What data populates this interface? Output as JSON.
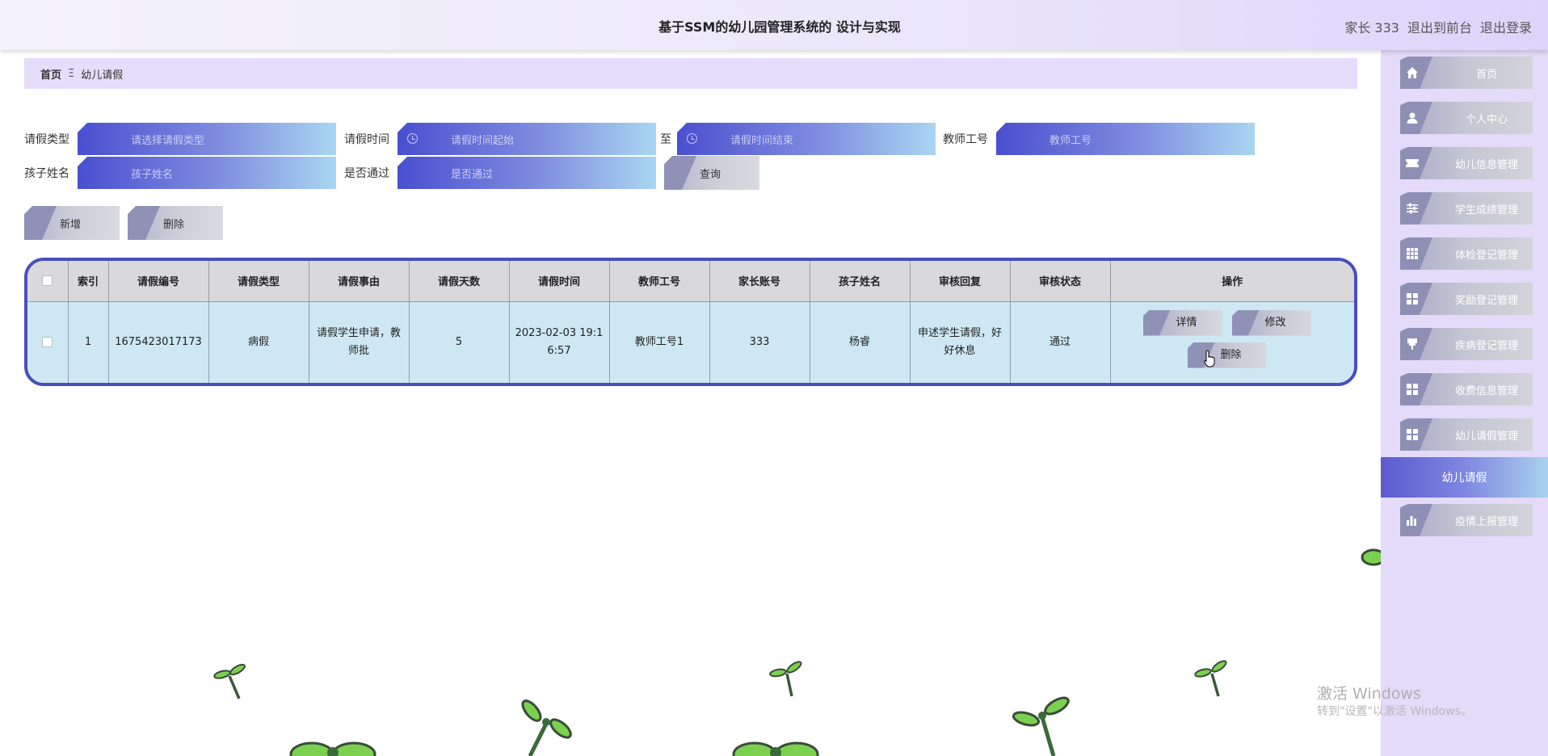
{
  "header": {
    "title": "基于SSM的幼儿园管理系统的 设计与实现",
    "user": "家长 333",
    "to_front": "退出到前台",
    "logout": "退出登录"
  },
  "breadcrumb": {
    "home": "首页",
    "sep": "Ξ",
    "current": "幼儿请假"
  },
  "search": {
    "type_label": "请假类型",
    "type_placeholder": "请选择请假类型",
    "time_label": "请假时间",
    "time_start_placeholder": "请假时间起始",
    "to_label": "至",
    "time_end_placeholder": "请假时间结束",
    "teacher_label": "教师工号",
    "teacher_placeholder": "教师工号",
    "child_label": "孩子姓名",
    "child_placeholder": "孩子姓名",
    "pass_label": "是否通过",
    "pass_placeholder": "是否通过",
    "query": "查询"
  },
  "actions": {
    "add": "新增",
    "delete": "删除"
  },
  "table": {
    "headers": [
      "索引",
      "请假编号",
      "请假类型",
      "请假事由",
      "请假天数",
      "请假时间",
      "教师工号",
      "家长账号",
      "孩子姓名",
      "审核回复",
      "审核状态",
      "操作"
    ],
    "rows": [
      {
        "index": "1",
        "code": "1675423017173",
        "type": "病假",
        "reason": "请假学生申请，教师批",
        "days": "5",
        "time": "2023-02-03 19:16:57",
        "teacher": "教师工号1",
        "parent": "333",
        "child": "杨睿",
        "reply": "申述学生请假，好好休息",
        "status": "通过"
      }
    ],
    "ops": {
      "detail": "详情",
      "edit": "修改",
      "delete": "删除"
    }
  },
  "sidebar": {
    "items": [
      {
        "label": "首页",
        "icon": "home-icon"
      },
      {
        "label": "个人中心",
        "icon": "user-icon"
      },
      {
        "label": "幼儿信息管理",
        "icon": "ticket-icon"
      },
      {
        "label": "学生成绩管理",
        "icon": "sliders-icon"
      },
      {
        "label": "体检登记管理",
        "icon": "grid-icon"
      },
      {
        "label": "奖励登记管理",
        "icon": "grid-icon"
      },
      {
        "label": "疾病登记管理",
        "icon": "pin-icon"
      },
      {
        "label": "收费信息管理",
        "icon": "grid-icon"
      },
      {
        "label": "幼儿请假管理",
        "icon": "grid-icon"
      },
      {
        "label": "幼儿请假",
        "icon": ""
      },
      {
        "label": "疫情上报管理",
        "icon": "bar-chart-icon"
      }
    ]
  },
  "watermark": {
    "line1": "激活 Windows",
    "line2": "转到\"设置\"以激活 Windows。"
  },
  "colors": {
    "accent": "#4a4ebd",
    "sidebar_bg": "#e4daf9",
    "row_bg": "#cde8f3"
  }
}
